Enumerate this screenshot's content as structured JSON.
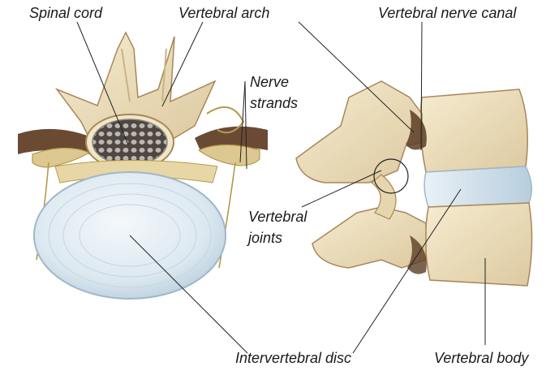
{
  "labels": {
    "spinal_cord": "Spinal cord",
    "vertebral_arch": "Vertebral arch",
    "vertebral_nerve_canal": "Vertebral nerve canal",
    "nerve_strands_line1": "Nerve",
    "nerve_strands_line2": "strands",
    "vertebral_joints_line1": "Vertebral",
    "vertebral_joints_line2": "joints",
    "intervertebral_disc": "Intervertebral disc",
    "vertebral_body": "Vertebral body"
  },
  "colors": {
    "bone": "#ede0bf",
    "bone_shadow": "#c9b486",
    "bone_dark": "#a8875a",
    "disc": "#dce8f0",
    "disc_edge": "#9fb7c8",
    "cord_gray": "#6f6a66",
    "nerve": "#dcc890",
    "nerve_edge": "#b59a4c",
    "muscle": "#6b4a34",
    "leader": "#222222"
  }
}
